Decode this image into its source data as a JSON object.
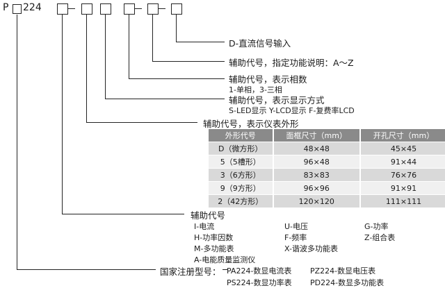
{
  "model": {
    "prefix": "P",
    "suffix": "224"
  },
  "branches": {
    "b6": "D-直流信号输入",
    "b5": "辅助代号，指定功能说明：A～Z",
    "b4": {
      "title": "辅助代号，表示相数",
      "detail": "1-单相，3-三相"
    },
    "b3": {
      "title": "辅助代号，表示显示方式",
      "detail": "S-LED显示  Y-LCD显示  F-复费率LCD"
    },
    "b2": {
      "title": "辅助代号，表示仪表外形"
    }
  },
  "table": {
    "headers": [
      "外形代号",
      "面框尺寸（mm）",
      "开孔尺寸（mm）"
    ],
    "rows": [
      [
        "D（微方形）",
        "48×48",
        "45×45"
      ],
      [
        "5（5槽形）",
        "96×48",
        "91×44"
      ],
      [
        "3（6方形）",
        "83×83",
        "76×76"
      ],
      [
        "9（9方形）",
        "96×96",
        "91×91"
      ],
      [
        "2（42方形）",
        "120×120",
        "111×111"
      ]
    ]
  },
  "aux": {
    "title": "辅助代号",
    "col1": [
      "I-电流",
      "H-功率因数",
      "M-多功能表",
      "A-电能质量监测仪"
    ],
    "col2": [
      "U-电压",
      "F-频率",
      "X-谐波多功能表"
    ],
    "col3": [
      "G-功率",
      "Z-组合表"
    ]
  },
  "registered": {
    "label": "国家注册型号：",
    "items": [
      "PA224-数显电流表",
      "PZ224-数显电压表",
      "PS224-数显功率表",
      "PD224-数显多功能表"
    ]
  }
}
